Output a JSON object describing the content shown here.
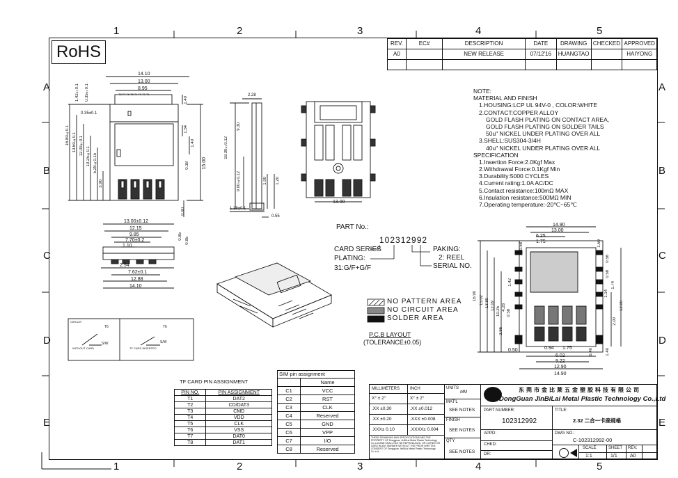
{
  "zone_numbers_top": [
    "1",
    "2",
    "3",
    "4",
    "5"
  ],
  "zone_numbers_bottom": [
    "1",
    "2",
    "3",
    "4",
    "5"
  ],
  "zone_letters": [
    "A",
    "B",
    "C",
    "D",
    "E"
  ],
  "rohs": "RoHS",
  "revision_table": {
    "headers": [
      "REV.",
      "EC#",
      "DESCRIPTION",
      "DATE",
      "DRAWING",
      "CHECKED",
      "APPROVED"
    ],
    "row": [
      "A0",
      "",
      "NEW RELEASE",
      "07/12'16",
      "HUANGTAO",
      "",
      "HAIYONG"
    ]
  },
  "notes": {
    "title": "NOTE:",
    "lines": [
      "MATERIAL AND FINISH",
      "1.HOUSING:LCP UL 94V-0 , COLOR:WHITE",
      "2.CONTACT:COPPER ALLOY",
      "GOLD FLASH PLATING ON CONTACT AREA,",
      "GOLD FLASH PLATING ON SOLDER TAILS",
      "50u\" NICKEL UNDER PLATING OVER ALL",
      "3.SHELL:SUS304-3/4H",
      "40u\" NICKEL UNDER PLATING OVER ALL",
      "SPECIFICATION",
      "1.Insertion Force:2.0Kgf Max",
      "2.Withdrawal Force:0.1Kgf Min",
      "3.Durability:5000 CYCLES",
      "4.Current rating:1.0A AC/DC",
      "5.Contact resistance:100mΩ MAX",
      "6.Insulation resistance:500MΩ MIN",
      "7.Operating temperature:-20℃~65℃"
    ]
  },
  "part_no": {
    "label": "PART No.:",
    "number": "102312992",
    "card_series": "CARD SERIES",
    "plating": "PLATING:",
    "plating_val": "31:G/F+G/F",
    "paking": "PAKING:",
    "paking_val": "2: REEL",
    "serial": "SERIAL NO."
  },
  "legend": {
    "items": [
      "NO PATTERN AREA",
      "NO CIRCUIT AREA",
      "SOLDER AREA"
    ],
    "pcb": "P.C.B LAYOUT",
    "tol": "(TOLERANCE±0.05)"
  },
  "tf_pin": {
    "title": "TF CARD PIN ASSIGNMENT",
    "headers": [
      "PIN NO.",
      "PIN ASSIGNMENT"
    ],
    "rows": [
      [
        "T1",
        "DAT2"
      ],
      [
        "T2",
        "CD/DAT3"
      ],
      [
        "T3",
        "CMD"
      ],
      [
        "T4",
        "VDD"
      ],
      [
        "T5",
        "CLK"
      ],
      [
        "T6",
        "VSS"
      ],
      [
        "T7",
        "DAT0"
      ],
      [
        "T8",
        "DAT1"
      ]
    ]
  },
  "sim_pin": {
    "title": "SIM pin assignment",
    "header": "Name",
    "rows": [
      [
        "C1",
        "VCC"
      ],
      [
        "C2",
        "RST"
      ],
      [
        "C3",
        "CLK"
      ],
      [
        "C4",
        "Reserved"
      ],
      [
        "C5",
        "GND"
      ],
      [
        "C6",
        "VPP"
      ],
      [
        "C7",
        "I/O"
      ],
      [
        "C8",
        "Reserved"
      ]
    ]
  },
  "circuit": {
    "label": "CIRCUIT:",
    "without": "WITHOUT CARD",
    "inserted": "TF CARD INSERTED",
    "t6": "T6",
    "sw": "S/W"
  },
  "title_block": {
    "tol_headers": [
      "MILLIMETERS",
      "INCH"
    ],
    "tol_rows": [
      [
        "X° ± 2°",
        "X° ± 2°"
      ],
      [
        ".XX ±0.30",
        ".XX ±0.012"
      ],
      [
        ".XX ±0.20",
        ".XXX ±0.008"
      ],
      [
        ".XXX± 0.10",
        ".XXXX± 0.004"
      ]
    ],
    "units": "UNITS",
    "units_val": "MM",
    "matl": "MAT'L",
    "finish": "FINISH",
    "qty": "QTY",
    "see_notes": "SEE NOTES",
    "disclaimer": "THESE DRAWINGS AND SPECIFICATIONS ARE THE PROPERTY OF Dongguan JinBiLai Metal Plastic Technology Co.,Ltd AND SHALL NOT BE REPRODUCED, OR COPIED OR USED IN ANY MANNER WITHOUT THE PRIOR WRITTEN CONSENT OF Dongguan JinBiLai Metal Plastic Technology Co.,Ltd",
    "company_cn": "东莞市金比莱五金塑胶科技有限公司",
    "company_en": "DongGuan JinBiLai Metal Plastic Technology Co.,Ltd",
    "part_number_label": "PART NUMBER:",
    "part_number": "102312992",
    "title_label": "TITLE:",
    "title": "2.32 二合一卡座规格",
    "appd": "APPD:",
    "chkd": "CHKD:",
    "dr": "DR:",
    "dwg_no_label": "DWG NO.:",
    "dwg_no": "C-102312992-00",
    "scale_label": "SCALE",
    "scale": "1:1",
    "sheet_label": "SHEET",
    "sheet": "1/1",
    "rev_label": "REV.",
    "rev": "A0"
  },
  "dims": {
    "top_a": "14.10",
    "top_b": "13.00",
    "top_c": "8.95",
    "pin_labels": "T8 T7 T6 T5 T4 T3 T2 T1",
    "side_a": "2.28",
    "side_b": "18.30±0.12",
    "side_c": "9.30",
    "side_d": "9.00±0.12",
    "side_e": "1.00",
    "side_f": "1.20",
    "side_g": "1.28±0.1",
    "side_h": "0.55",
    "left_a": "1.42±0.1",
    "left_b": "0.35±0.1",
    "left_c": "0.35±0.1",
    "left_d": "16.80±0.1",
    "left_e": "13.60±0.1",
    "left_f": "12.09±0.1",
    "left_g": "10.25±0.1",
    "left_h": "5.28±0.15",
    "left_i": "3.96",
    "right_a": "1.40",
    "right_b": "1.54",
    "right_c": "1.40",
    "right_d": "15.00",
    "right_e": "0.38",
    "right_f": "0.90",
    "bot_a": "13.00±0.12",
    "bot_b": "12.15",
    "bot_c": "9.85",
    "bot_d": "7.70±0.2",
    "bot_e": "1.10",
    "bot_f": "2.54",
    "bot_g": "7.62±0.1",
    "bot_h": "12.88",
    "bot_i": "14.10",
    "bot_j": "0.85",
    "bot_k": "0.85",
    "mid_a": "13.00",
    "pcb_a": "14.90",
    "pcb_b": "13.00",
    "pcb_c": "6.25",
    "pcb_d": "1.75",
    "pcb_e": "1.60",
    "pcb_f": "0.58",
    "pcb_g": "0.58",
    "pcb_h": "16.90",
    "pcb_i": "15.02",
    "pcb_j": "13.80",
    "pcb_k": "12.09",
    "pcb_l": "10.25",
    "pcb_m": "4.28",
    "pcb_n": "3.96",
    "pcb_o": "0.58",
    "pcb_p": "1.14",
    "pcb_q": "1.74",
    "pcb_r": "2.00",
    "pcb_s": "12.09",
    "pcb_t": "0.50",
    "pcb_u": "0.94",
    "pcb_v": "1.75",
    "pcb_w": "6.02",
    "pcb_x": "9.22",
    "pcb_y": "12.90",
    "pcb_z": "14.90",
    "pcb_aa": "0.40",
    "pcb_ab": "1.40",
    "pcb_ac": "1.42",
    "pcb_ad": "0.58"
  }
}
